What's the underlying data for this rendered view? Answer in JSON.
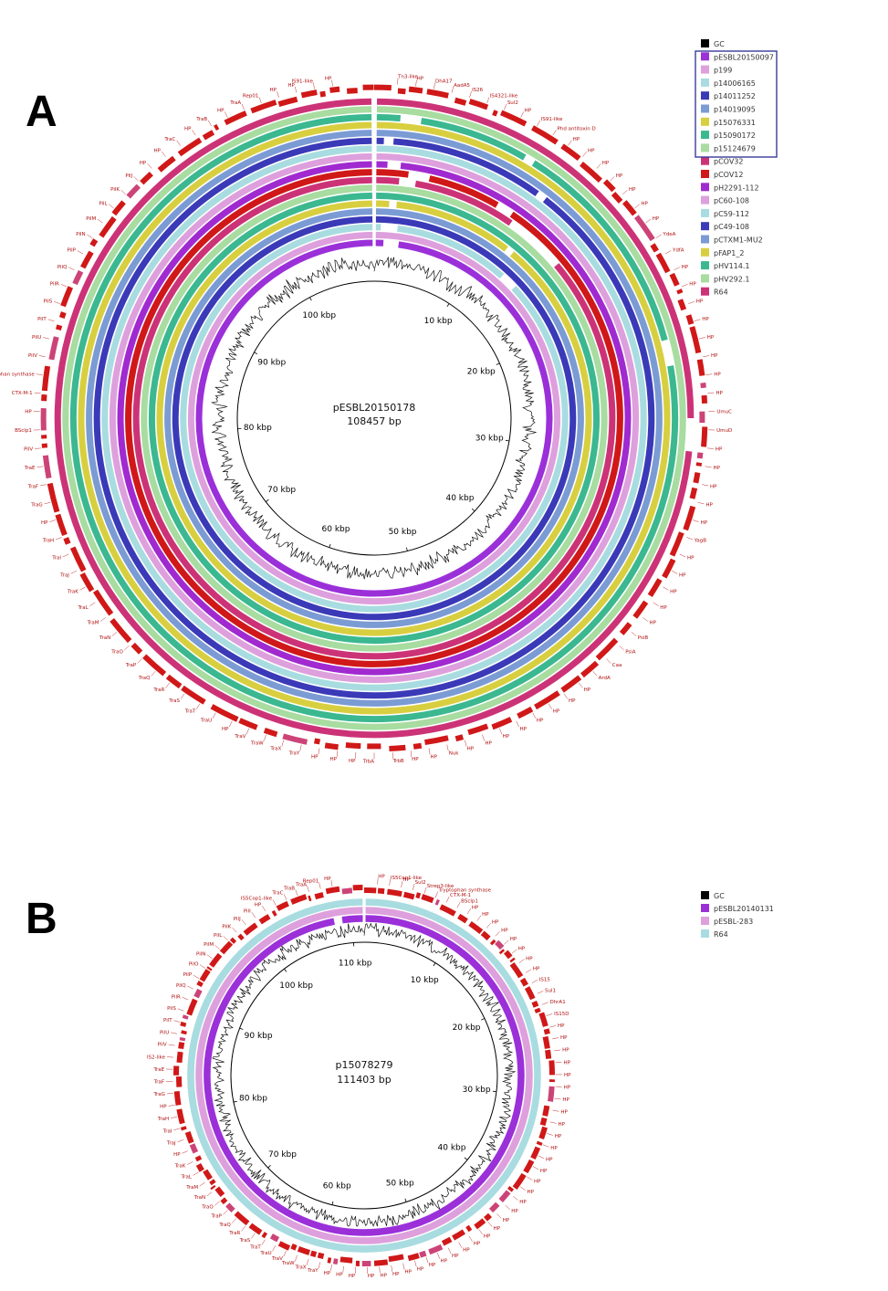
{
  "panels": [
    {
      "letter": "A",
      "center_name": "pESBL20150178",
      "center_size": "108457 bp",
      "kbp_labels": [
        "10 kbp",
        "20 kbp",
        "30 kbp",
        "40 kbp",
        "50 kbp",
        "60 kbp",
        "70 kbp",
        "80 kbp",
        "90 kbp",
        "100 kbp"
      ],
      "legend": [
        {
          "label": "GC",
          "color": "#000000"
        },
        {
          "label": "pESBL20150097",
          "color": "#9b30d9"
        },
        {
          "label": "p199",
          "color": "#dda0dd"
        },
        {
          "label": "p14006165",
          "color": "#a8dce0"
        },
        {
          "label": "p14011252",
          "color": "#3a3ab8"
        },
        {
          "label": "p14019095",
          "color": "#7b9bd4"
        },
        {
          "label": "p15076331",
          "color": "#d8cf40"
        },
        {
          "label": "p15090172",
          "color": "#3bb890"
        },
        {
          "label": "p15124679",
          "color": "#a8dca0"
        },
        {
          "label": "pCOV32",
          "color": "#cc3377"
        },
        {
          "label": "pCOV12",
          "color": "#d01818"
        },
        {
          "label": "pH2291-112",
          "color": "#a02ad0"
        },
        {
          "label": "pC60-108",
          "color": "#dda0dd"
        },
        {
          "label": "pC59-112",
          "color": "#a8dce0"
        },
        {
          "label": "pC49-108",
          "color": "#3a3ab8"
        },
        {
          "label": "pCTXM1-MU2",
          "color": "#7b9bd4"
        },
        {
          "label": "pFAP1_2",
          "color": "#d8cf40"
        },
        {
          "label": "pHV114.1",
          "color": "#3bb890"
        },
        {
          "label": "pHV292.1",
          "color": "#a8dca0"
        },
        {
          "label": "R64",
          "color": "#cc3377"
        }
      ],
      "gene_labels": [
        "Tn3-like",
        "HP",
        "DhA17",
        "AadA5",
        "IS26",
        "IS4321-like",
        "Sul2",
        "HP",
        "IS91-like",
        "Phd antitoxin D",
        "HP",
        "HP",
        "HP",
        "HP",
        "HP",
        "HP",
        "HP",
        "YdeA",
        "YdfA",
        "HP",
        "HP",
        "HP",
        "HP",
        "HP",
        "HP",
        "HP",
        "HP",
        "UmuC",
        "UmuD",
        "HP",
        "HP",
        "HP",
        "HP",
        "HP",
        "YagB",
        "HP",
        "HP",
        "HP",
        "HP",
        "HP",
        "PsiB",
        "PsiA",
        "Caa",
        "ArdA",
        "HP",
        "HP",
        "HP",
        "HP",
        "HP",
        "HP",
        "HP",
        "HP",
        "Nuk",
        "HP",
        "HP",
        "TrbB",
        "TrbA",
        "HP",
        "HP",
        "HP",
        "TraY",
        "TraX",
        "TraW",
        "TraV",
        "HP",
        "TraU",
        "TraT",
        "TraS",
        "TraR",
        "TraQ",
        "TraP",
        "TraO",
        "TraN",
        "TraM",
        "TraL",
        "TraK",
        "TraJ",
        "TraI",
        "TraH",
        "HP",
        "TraG",
        "TraF",
        "TraE",
        "PilV",
        "BSclp1",
        "HP",
        "CTX-M-1",
        "Tryptophan synthase",
        "PilV",
        "PilU",
        "PilT",
        "PilS",
        "PilR",
        "PilQ",
        "PilP",
        "PilN",
        "PilM",
        "PilL",
        "PilK",
        "PilJ",
        "HP",
        "HP",
        "TraC",
        "HP",
        "TraB",
        "HP",
        "TraA",
        "Rep01",
        "HP",
        "HP",
        "IS91-like",
        "HP"
      ]
    },
    {
      "letter": "B",
      "center_name": "p15078279",
      "center_size": "111403 bp",
      "kbp_labels": [
        "10 kbp",
        "20 kbp",
        "30 kbp",
        "40 kbp",
        "50 kbp",
        "60 kbp",
        "70 kbp",
        "80 kbp",
        "90 kbp",
        "100 kbp",
        "110 kbp"
      ],
      "legend": [
        {
          "label": "GC",
          "color": "#000000"
        },
        {
          "label": "pESBL20140131",
          "color": "#9b30d9"
        },
        {
          "label": "pESBL-283",
          "color": "#dda0dd"
        },
        {
          "label": "R64",
          "color": "#a8dce0"
        }
      ],
      "gene_labels": [
        "HP",
        "IS5Cop1-like",
        "HP",
        "Sul2",
        "Strep3-like",
        "Tryptophan synthase",
        "CTX-M-1",
        "BSclp1",
        "HP",
        "HP",
        "HP",
        "HP",
        "HP",
        "HP",
        "HP",
        "HP",
        "IS15",
        "Sul1",
        "DhrA1",
        "IS15D",
        "HP",
        "HP",
        "HP",
        "HP",
        "HP",
        "HP",
        "HP",
        "HP",
        "HP",
        "HP",
        "HP",
        "HP",
        "HP",
        "HP",
        "HP",
        "HP",
        "HP",
        "HP",
        "HP",
        "HP",
        "HP",
        "HP",
        "HP",
        "HP",
        "HP",
        "HP",
        "HP",
        "HP",
        "HP",
        "HP",
        "HP",
        "HP",
        "HP",
        "TraY",
        "TraX",
        "TraW",
        "TraV",
        "TraU",
        "TraT",
        "TraS",
        "TraR",
        "TraQ",
        "TraP",
        "TraO",
        "TraN",
        "TraM",
        "TraL",
        "TraK",
        "HP",
        "TraJ",
        "TraI",
        "TraH",
        "HP",
        "TraG",
        "TraF",
        "TraE",
        "IS2-like",
        "PilV",
        "PilU",
        "PilT",
        "PilS",
        "PilR",
        "PilQ",
        "PilP",
        "PilO",
        "PilN",
        "PilM",
        "PilL",
        "PilK",
        "PilJ",
        "PilI",
        "HP",
        "IS5Cop1-like",
        "TraC",
        "TraB",
        "TraA",
        "Rep01",
        "HP"
      ]
    }
  ]
}
